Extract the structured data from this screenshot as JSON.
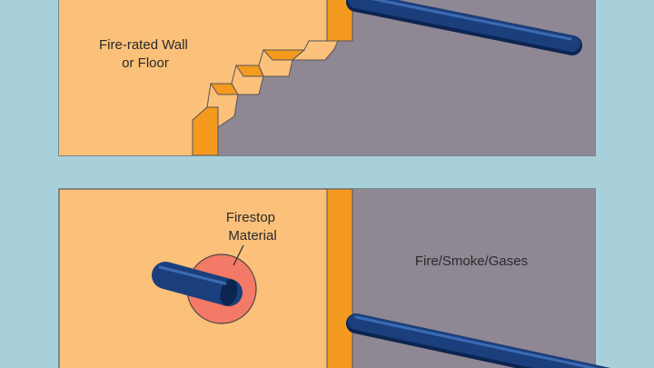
{
  "colors": {
    "background": "#a8d0da",
    "wall": "#fbc17a",
    "wall_edge": "#f39a1f",
    "smoke_area": "#8f8794",
    "pipe": "#1a3f7c",
    "pipe_dark": "#0c2450",
    "pipe_highlight": "#3b6bb3",
    "firestop": "#f27a66",
    "outline": "#333333"
  },
  "labels": {
    "wall": "Fire-rated Wall\nor Floor",
    "firestop": "Firestop\nMaterial",
    "smoke": "Fire/Smoke/Gases"
  },
  "icons": {
    "pipe": "pipe-icon",
    "firestop": "firestop-ring-icon"
  }
}
